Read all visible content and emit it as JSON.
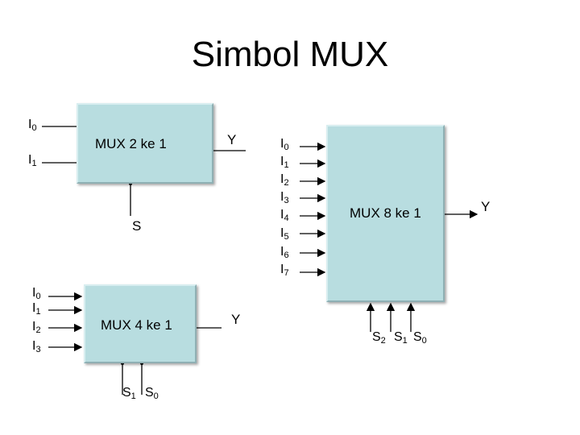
{
  "title": "Simbol MUX",
  "mux2": {
    "name": "MUX 2 ke 1",
    "inputs": [
      "0",
      "1"
    ],
    "input_prefix": "I",
    "output": "Y",
    "select": "S"
  },
  "mux4": {
    "name": "MUX 4 ke 1",
    "inputs": [
      "0",
      "1",
      "2",
      "3"
    ],
    "input_prefix": "I",
    "output": "Y",
    "selects": [
      "1",
      "0"
    ],
    "select_prefix": "S"
  },
  "mux8": {
    "name": "MUX 8 ke 1",
    "inputs": [
      "0",
      "1",
      "2",
      "3",
      "4",
      "5",
      "6",
      "7"
    ],
    "input_prefix": "I",
    "output": "Y",
    "selects": [
      "2",
      "1",
      "0"
    ],
    "select_prefix": "S"
  },
  "colors": {
    "box_fill": "#b8dde0",
    "wire": "#000000"
  }
}
